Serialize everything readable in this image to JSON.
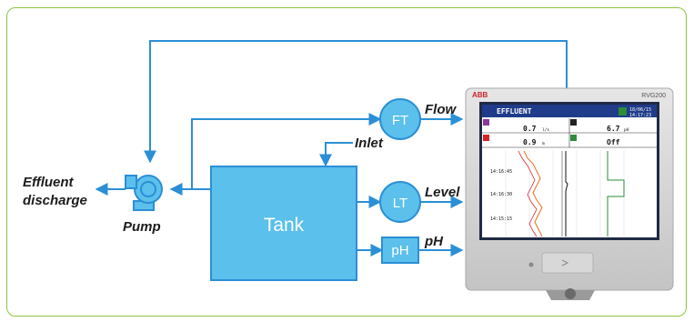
{
  "labels": {
    "flow": "Flow",
    "inlet": "Inlet",
    "level": "Level",
    "ph": "pH",
    "effluent_discharge_1": "Effluent",
    "effluent_discharge_2": "discharge",
    "pump": "Pump"
  },
  "instruments": {
    "ft": "FT",
    "lt": "LT",
    "ph": "pH",
    "tank": "Tank"
  },
  "recorder": {
    "brand": "ABB",
    "model": "RVG200",
    "title": "EFFLUENT",
    "date": "18/06/15",
    "time": "14:17:23",
    "readings": [
      {
        "value": "0.7",
        "unit": "l/s"
      },
      {
        "value": "6.7",
        "unit": "pH"
      },
      {
        "value": "0.9",
        "unit": "m"
      },
      {
        "value": "Off",
        "unit": ""
      }
    ],
    "times": [
      "14:16:45",
      "14:16:30",
      "14:15:15"
    ]
  },
  "colors": {
    "line": "#2b8fd6",
    "box": "#5bc0eb",
    "box_border": "#2b8fd6",
    "frame": "#8cc63f"
  }
}
